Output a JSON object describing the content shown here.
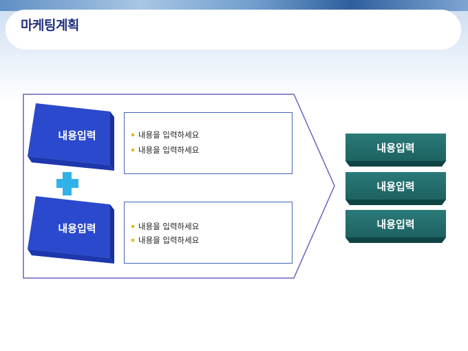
{
  "header": {
    "title": "마케팅계획"
  },
  "inputs": [
    {
      "label": "내용입력",
      "bullets": [
        "내용을 입력하세요",
        "내용을 입력하세요"
      ]
    },
    {
      "label": "내용입력",
      "bullets": [
        "내용을 입력하세요",
        "내용을 입력하세요"
      ]
    }
  ],
  "results": [
    {
      "label": "내용입력"
    },
    {
      "label": "내용입력"
    },
    {
      "label": "내용입력"
    }
  ],
  "colors": {
    "title": "#1f2f7a",
    "cube_front": "#2747c9",
    "cube_side": "#1c34a0",
    "frame_border": "#6a5fc2",
    "box_border": "#3f63b6",
    "plus": "#2fb2e8",
    "result_face": "#246f6e",
    "result_bottom": "#0f4444",
    "bullet": "#e6b800"
  },
  "icons": {
    "plus": "plus-icon"
  }
}
